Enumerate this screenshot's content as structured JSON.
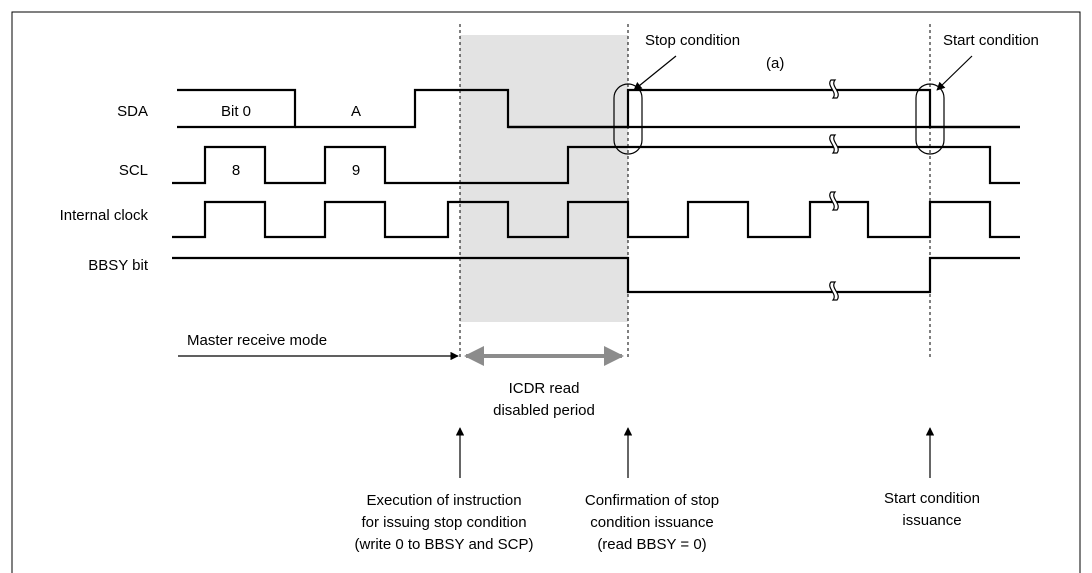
{
  "signals": {
    "sda": "SDA",
    "scl": "SCL",
    "internal_clock": "Internal clock",
    "bbsy_bit": "BBSY bit"
  },
  "bits": {
    "bit0": "Bit 0",
    "ack": "A",
    "scl_8": "8",
    "scl_9": "9"
  },
  "callouts": {
    "stop_condition": "Stop condition",
    "start_condition": "Start condition",
    "point_a": "(a)"
  },
  "modes": {
    "master_receive": "Master receive mode",
    "icdr_line1": "ICDR read",
    "icdr_line2": "disabled  period"
  },
  "notes": {
    "execution": [
      "Execution of instruction",
      "for issuing stop condition",
      "(write 0 to BBSY and SCP)"
    ],
    "confirmation": [
      "Confirmation of stop",
      "condition issuance",
      "(read BBSY = 0)"
    ],
    "start_issuance": [
      "Start condition",
      "issuance"
    ]
  },
  "colors": {
    "shade": "#e3e3e3",
    "range_arrow": "#8c8c8c",
    "line": "#000000"
  }
}
